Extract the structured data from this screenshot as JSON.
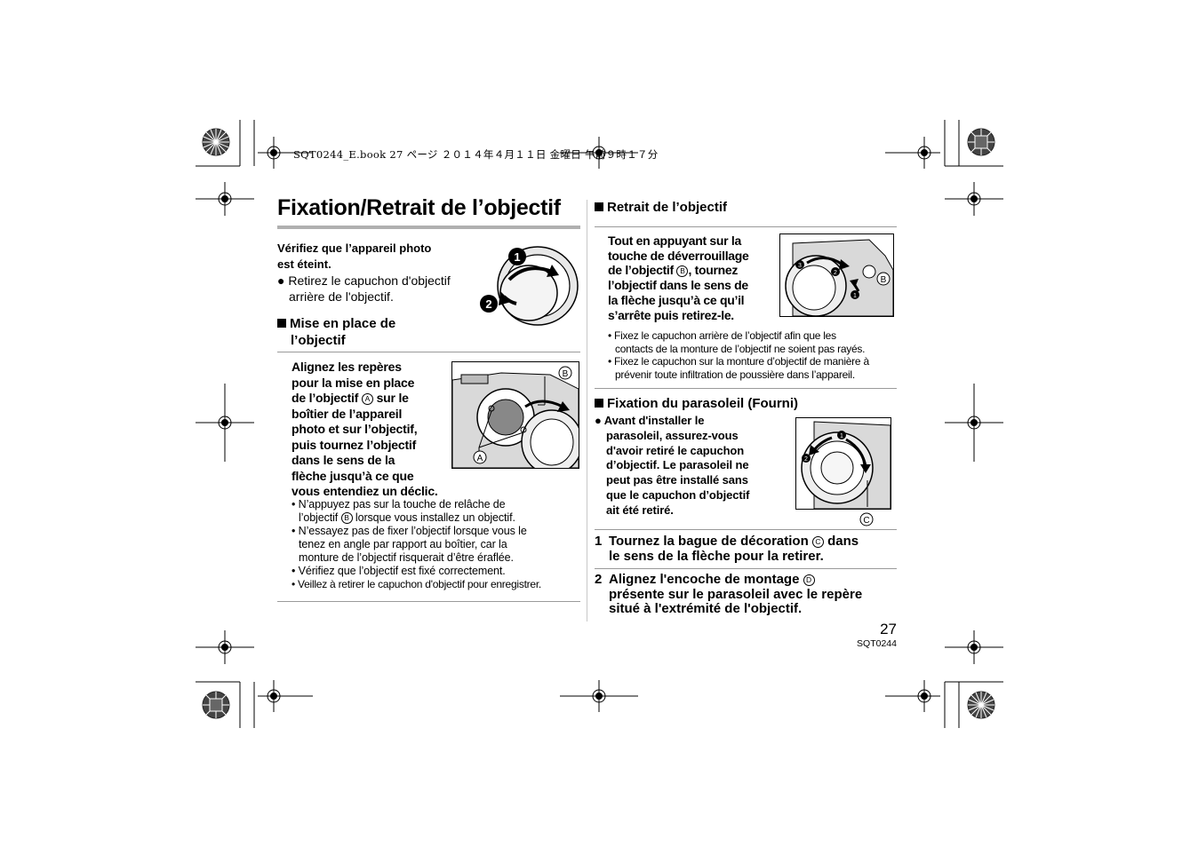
{
  "header": {
    "print_line": "SQT0244_E.book  27 ページ  ２０１４年４月１１日  金曜日  午前９時１７分"
  },
  "page": {
    "number": "27",
    "code": "SQT0244"
  },
  "left": {
    "title": "Fixation/Retrait de l’objectif",
    "check_line1": "Vérifiez que l’appareil photo",
    "check_line2": "est éteint.",
    "bullet_line1": "Retirez le capuchon d'objectif",
    "bullet_line2": "arrière de l'objectif.",
    "fig1_labels": {
      "n1": "1",
      "n2": "2"
    },
    "mount_heading_line1": "Mise en place de",
    "mount_heading_line2": "l’objectif",
    "mount_step": [
      "Alignez les repères",
      "pour la mise en place",
      "de l’objectif",
      "sur le",
      "boîtier de l’appareil",
      "photo et sur l’objectif,",
      "puis tournez l’objectif",
      "dans le sens de la",
      "flèche jusqu’à ce que",
      "vous entendiez un déclic."
    ],
    "fig2_labels": {
      "a": "A",
      "b": "B"
    },
    "notes": {
      "n1_a": "• N’appuyez pas sur la touche de relâche de",
      "n1_b_pre": "l’objectif",
      "n1_b_post": "lorsque vous installez un objectif.",
      "n2_a": "• N’essayez pas de fixer l’objectif lorsque vous le",
      "n2_b": "tenez en angle par rapport au boîtier, car la",
      "n2_c": "monture de l’objectif risquerait d’être éraflée.",
      "n3": "• Vérifiez que l’objectif est fixé correctement.",
      "n4": "• Veillez à retirer le capuchon d'objectif pour enregistrer."
    }
  },
  "right": {
    "remove_heading": "Retrait de l’objectif",
    "remove_step": [
      "Tout en appuyant sur la",
      "touche de déverrouillage",
      "de l’objectif",
      ", tournez",
      "l’objectif dans le sens de",
      "la flèche jusqu’à ce qu’il",
      "s’arrête puis retirez-le."
    ],
    "fig3_labels": {
      "b": "B",
      "n1": "1",
      "n2": "2",
      "n3": "3"
    },
    "remove_notes": {
      "n1_a": "• Fixez le capuchon arrière de l’objectif afin que les",
      "n1_b": "contacts de la monture de l’objectif ne soient pas rayés.",
      "n2_a": "• Fixez le capuchon sur la monture d’objectif de manière à",
      "n2_b": "prévenir toute infiltration de poussière dans l’appareil."
    },
    "hood_heading": "Fixation du parasoleil (Fourni)",
    "hood_bullet": [
      "Avant d'installer le",
      "parasoleil, assurez-vous",
      "d'avoir retiré le capuchon",
      "d’objectif. Le parasoleil ne",
      "peut pas être installé sans",
      "que le capuchon d’objectif",
      "ait été retiré."
    ],
    "fig4_labels": {
      "c": "C",
      "n1": "1",
      "n2": "2"
    },
    "step1": {
      "num": "1",
      "line1_pre": "Tournez la bague de décoration",
      "line1_post": "dans",
      "line2": "le sens de la flèche pour la retirer.",
      "mark": "C"
    },
    "step2": {
      "num": "2",
      "line1_pre": "Alignez l'encoche de montage",
      "line2": "présente sur le parasoleil avec le repère",
      "line3": "situé à l'extrémité de l'objectif.",
      "mark": "D"
    }
  }
}
